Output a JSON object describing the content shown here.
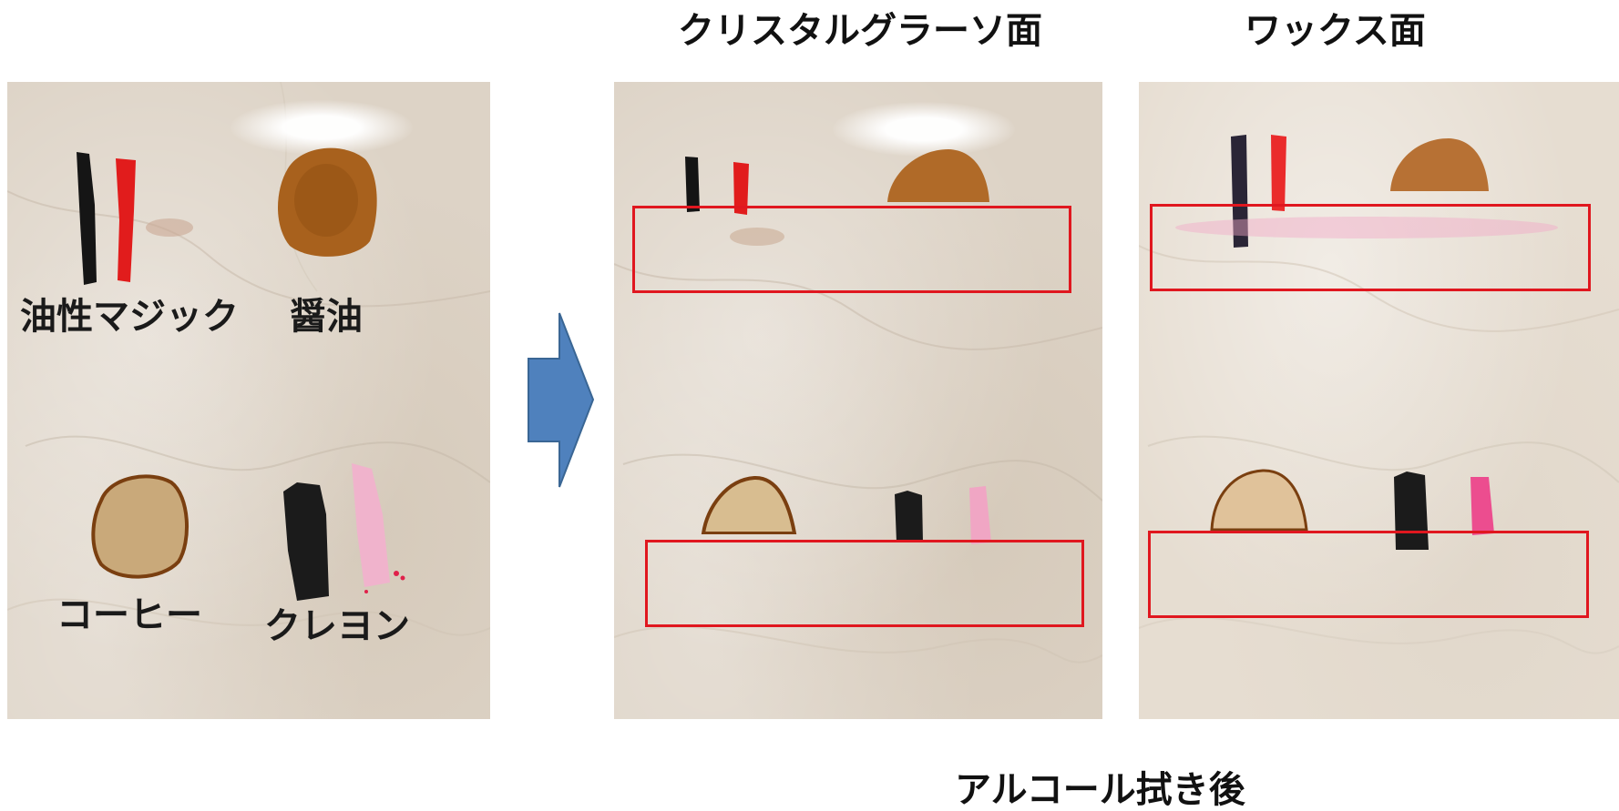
{
  "headings": {
    "crystal_surface": "クリスタルグラーソ面",
    "wax_surface": "ワックス面",
    "after_alcohol": "アルコール拭き後"
  },
  "tile_labels": {
    "oil_marker": "油性マジック",
    "soy_sauce": "醤油",
    "coffee": "コーヒー",
    "crayon": "クレヨン"
  },
  "icons": {
    "arrow": "right-arrow-icon"
  },
  "colors": {
    "highlight_box": "#e0171f",
    "arrow_fill": "#4f81bd",
    "arrow_stroke": "#3a6694"
  }
}
